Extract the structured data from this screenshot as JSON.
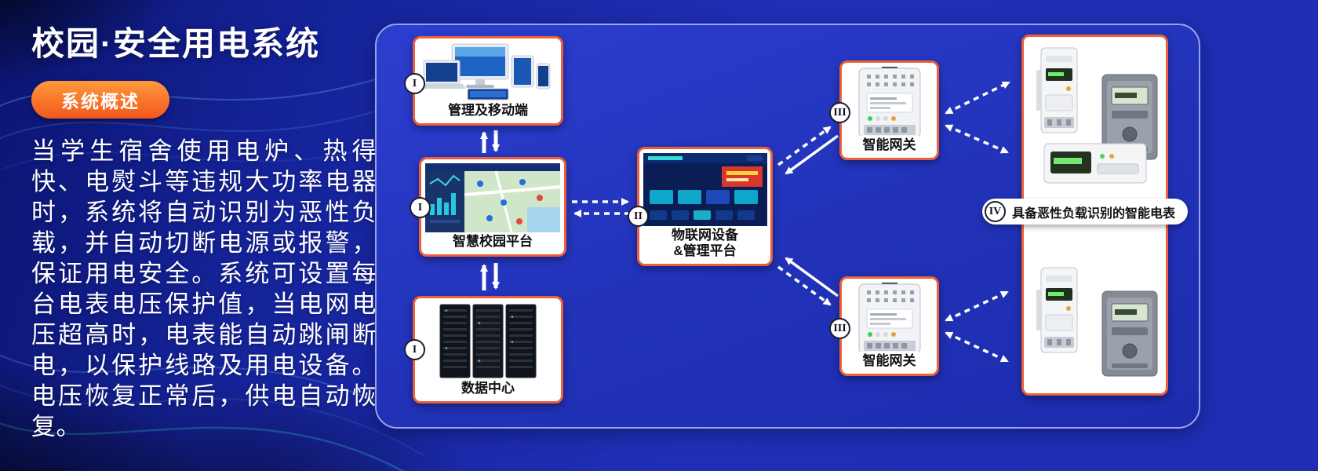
{
  "intro": {
    "title": "校园·安全用电系统",
    "badge": "系统概述",
    "description": "当学生宿舍使用电炉、热得快、电熨斗等违规大功率电器时，系统将自动识别为恶性负载，并自动切断电源或报警，保证用电安全。系统可设置每台电表电压保护值，当电网电压超高时，电表能自动跳闸断电，以保护线路及用电设备。电压恢复正常后，供电自动恢复。"
  },
  "diagram": {
    "nodes": {
      "mgmt": {
        "numeral": "I",
        "label": "管理及移动端"
      },
      "campus": {
        "numeral": "I",
        "label": "智慧校园平台"
      },
      "datacenter": {
        "numeral": "I",
        "label": "数据中心"
      },
      "iot": {
        "numeral": "II",
        "label_line1": "物联网设备",
        "label_line2": "&管理平台"
      },
      "gateway_top": {
        "numeral": "III",
        "label": "智能网关"
      },
      "gateway_bottom": {
        "numeral": "III",
        "label": "智能网关"
      },
      "meters": {
        "numeral": "IV",
        "label": "具备恶性负载识别的智能电表"
      }
    },
    "colors": {
      "card_border": "#ec5f3b",
      "badge_orange": "#f2571d",
      "panel_blue": "#2132b8",
      "background_blue": "#1626a8",
      "arrow_white": "#ffffff"
    }
  }
}
